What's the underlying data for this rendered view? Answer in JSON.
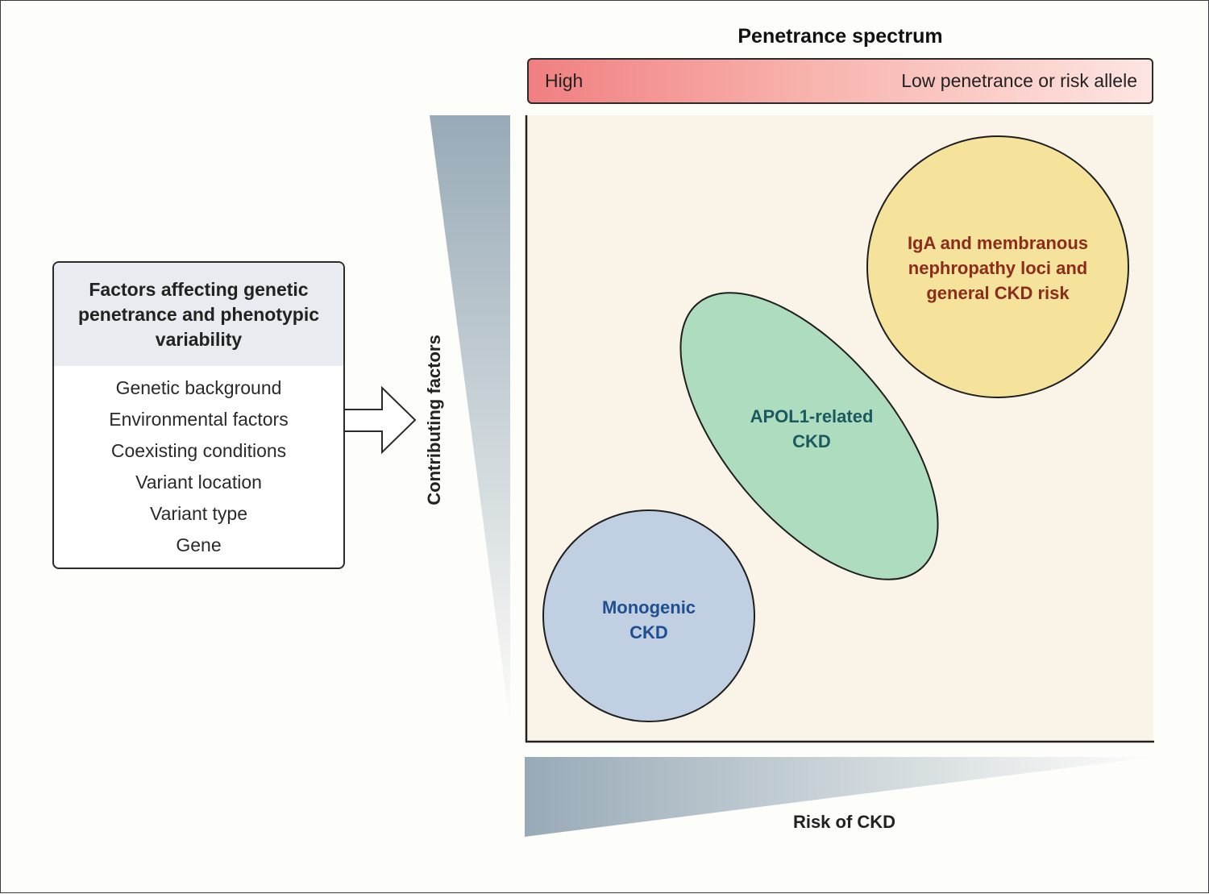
{
  "factors_box": {
    "title": "Factors affecting genetic penetrance and phenotypic variability",
    "items": [
      "Genetic background",
      "Environmental factors",
      "Coexisting conditions",
      "Variant location",
      "Variant type",
      "Gene"
    ]
  },
  "penetrance": {
    "title": "Penetrance spectrum",
    "left_label": "High",
    "right_label": "Low penetrance or risk allele"
  },
  "axes": {
    "y_label": "Contributing factors",
    "x_label": "Risk of CKD"
  },
  "regions": {
    "monogenic": {
      "label": "Monogenic CKD",
      "color": "#c0d0e2",
      "text_color": "#1f4f8f"
    },
    "apol1": {
      "label": "APOL1-related CKD",
      "color": "#aedcbf",
      "text_color": "#1a5a5e"
    },
    "iga": {
      "label": "IgA and membranous nephropathy loci and general CKD risk",
      "color": "#f5e29b",
      "text_color": "#8c2d1b"
    }
  },
  "colors": {
    "plot_background": "#faf4e8",
    "gradient_dark": "#98aab7"
  }
}
